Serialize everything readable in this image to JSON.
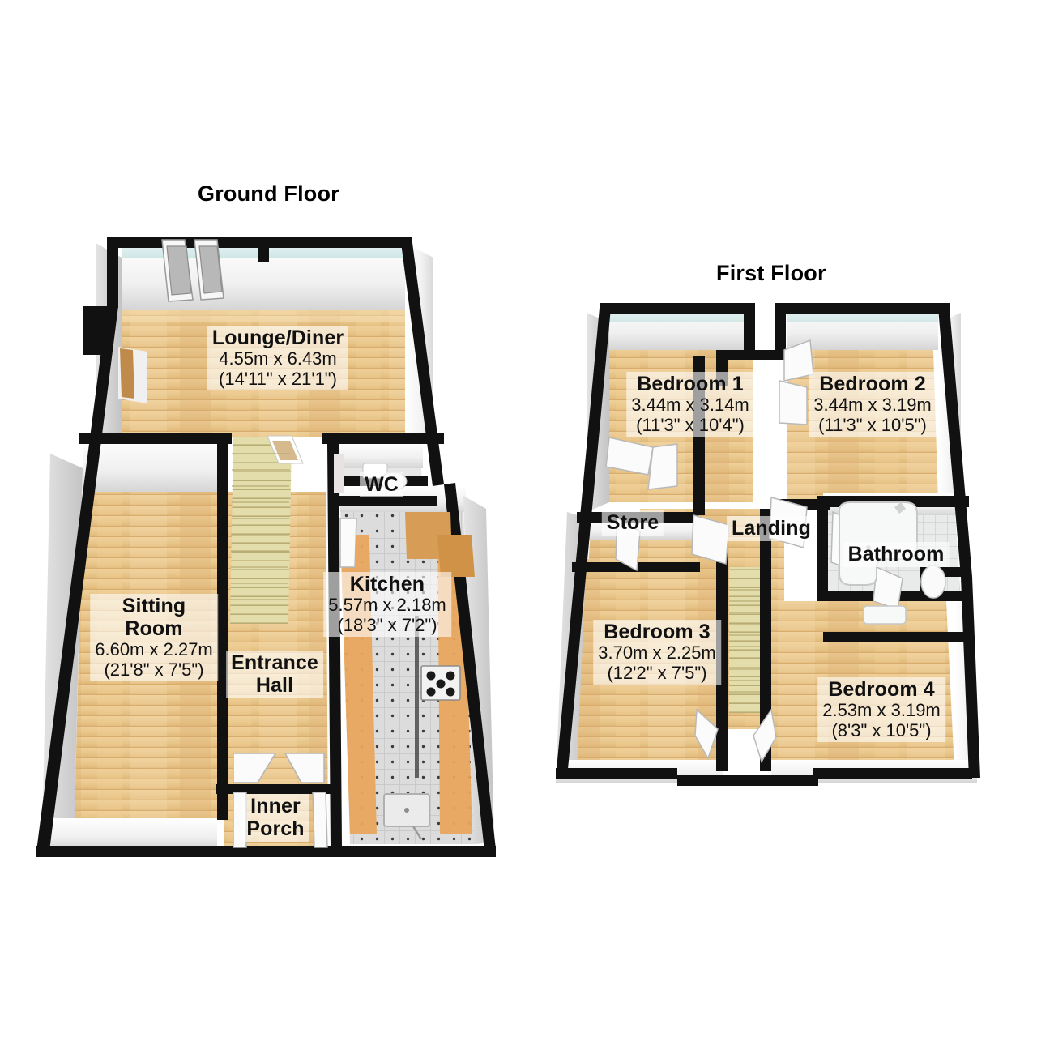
{
  "document": {
    "type": "property-floorplan",
    "background_color": "#ffffff",
    "floor_color_wood": "#e8c28a",
    "floor_color_tile": "#d8d8d8",
    "wall_color": "#f2f2f2",
    "wall_outline_color": "#111111",
    "text_color": "#111111"
  },
  "floors": [
    {
      "id": "ground",
      "title": "Ground Floor",
      "rooms": [
        {
          "name": "Lounge/Diner",
          "metric": "4.55m x 6.43m",
          "imperial": "(14'11\" x 21'1\")",
          "floor": "wood"
        },
        {
          "name": "Sitting\nRoom",
          "metric": "6.60m x 2.27m",
          "imperial": "(21'8\" x 7'5\")",
          "floor": "wood"
        },
        {
          "name": "Kitchen",
          "metric": "5.57m x 2.18m",
          "imperial": "(18'3\" x 7'2\")",
          "floor": "tile"
        },
        {
          "name": "Entrance\nHall",
          "metric": "",
          "imperial": "",
          "floor": "wood"
        },
        {
          "name": "Inner\nPorch",
          "metric": "",
          "imperial": "",
          "floor": "wood"
        },
        {
          "name": "WC",
          "metric": "",
          "imperial": "",
          "floor": "tile"
        }
      ]
    },
    {
      "id": "first",
      "title": "First Floor",
      "rooms": [
        {
          "name": "Bedroom 1",
          "metric": "3.44m x 3.14m",
          "imperial": "(11'3\" x 10'4\")",
          "floor": "wood"
        },
        {
          "name": "Bedroom 2",
          "metric": "3.44m x 3.19m",
          "imperial": "(11'3\" x 10'5\")",
          "floor": "wood"
        },
        {
          "name": "Bedroom 3",
          "metric": "3.70m x 2.25m",
          "imperial": "(12'2\" x 7'5\")",
          "floor": "wood"
        },
        {
          "name": "Bedroom 4",
          "metric": "2.53m x 3.19m",
          "imperial": "(8'3\" x 10'5\")",
          "floor": "wood"
        },
        {
          "name": "Store",
          "metric": "",
          "imperial": "",
          "floor": "wood"
        },
        {
          "name": "Landing",
          "metric": "",
          "imperial": "",
          "floor": "wood"
        },
        {
          "name": "Bathroom",
          "metric": "",
          "imperial": "",
          "floor": "tile"
        }
      ]
    }
  ],
  "labels": {
    "ground_floor_title": "Ground Floor",
    "first_floor_title": "First Floor",
    "lounge_name": "Lounge/Diner",
    "lounge_metric": "4.55m x 6.43m",
    "lounge_imperial": "(14'11\" x 21'1\")",
    "sitting_name": "Sitting\nRoom",
    "sitting_metric": "6.60m x 2.27m",
    "sitting_imperial": "(21'8\" x 7'5\")",
    "kitchen_name": "Kitchen",
    "kitchen_metric": "5.57m x 2.18m",
    "kitchen_imperial": "(18'3\" x 7'2\")",
    "entrance_name": "Entrance\nHall",
    "porch_name": "Inner\nPorch",
    "wc_name": "WC",
    "bed1_name": "Bedroom 1",
    "bed1_metric": "3.44m x 3.14m",
    "bed1_imperial": "(11'3\" x 10'4\")",
    "bed2_name": "Bedroom 2",
    "bed2_metric": "3.44m x 3.19m",
    "bed2_imperial": "(11'3\" x 10'5\")",
    "bed3_name": "Bedroom 3",
    "bed3_metric": "3.70m x 2.25m",
    "bed3_imperial": "(12'2\" x 7'5\")",
    "bed4_name": "Bedroom 4",
    "bed4_metric": "2.53m x 3.19m",
    "bed4_imperial": "(8'3\" x 10'5\")",
    "store_name": "Store",
    "landing_name": "Landing",
    "bathroom_name": "Bathroom"
  }
}
